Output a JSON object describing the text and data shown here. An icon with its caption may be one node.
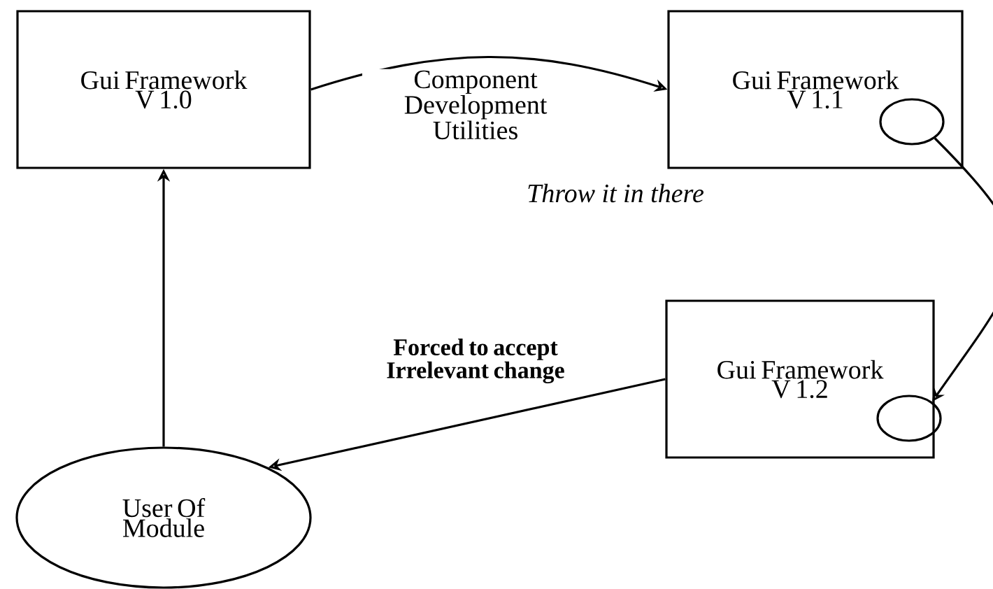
{
  "diagram": {
    "nodes": [
      {
        "text": [
          "Gui Framework V 1.0"
        ]
      },
      {
        "text": [
          "Gui Framework V 1.1"
        ]
      },
      {
        "text": [],
        "shape": "circle",
        "in": 1
      },
      {
        "text": [
          "Gui Framework V 1.2"
        ]
      },
      {
        "text": [],
        "shape": "circle",
        "in": 3
      },
      {
        "text": [
          "User Of Module"
        ]
      }
    ],
    "edges": [
      {
        "from": 0,
        "to": 1,
        "arrow": "to",
        "label": "Component Development Utilities"
      },
      {
        "from": 2,
        "to": 4,
        "arrow": "to"
      },
      {
        "from": 3,
        "to": 5,
        "arrow": "to",
        "label": "**Forced to accept Irrelevant change**"
      },
      {
        "from": 5,
        "to": 0,
        "arrow": "to"
      }
    ],
    "labels": [
      "*Throw it in there*"
    ]
  }
}
